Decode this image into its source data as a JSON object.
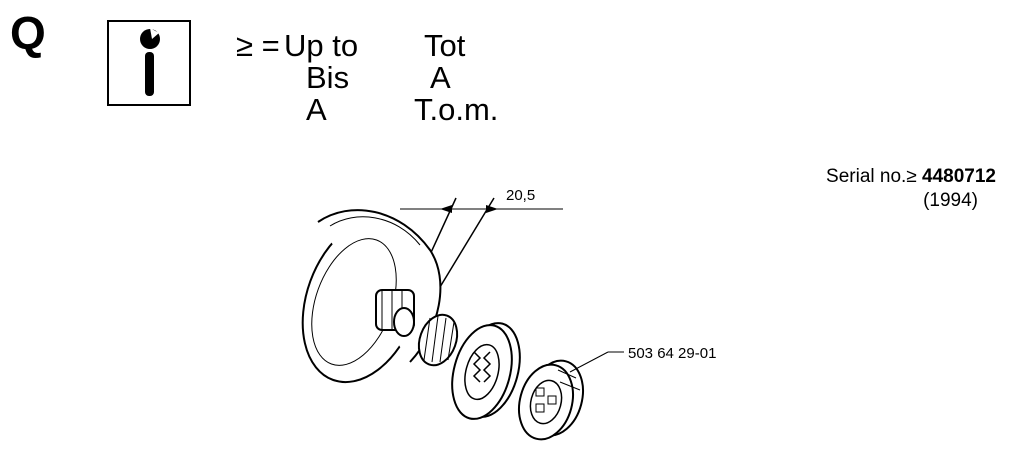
{
  "section_letter": "Q",
  "info_icon": "wrench-info-icon",
  "legend": {
    "symbol": "≥ =",
    "rows": [
      {
        "left": "Up to",
        "right": "Tot"
      },
      {
        "left": "Bis",
        "right": "A"
      },
      {
        "left": "A",
        "right": "T.o.m."
      }
    ]
  },
  "serial": {
    "label": "Serial no.≥ ",
    "number": "4480712",
    "year": "(1994)"
  },
  "dimension": "20,5",
  "part_number": "503 64 29-01"
}
